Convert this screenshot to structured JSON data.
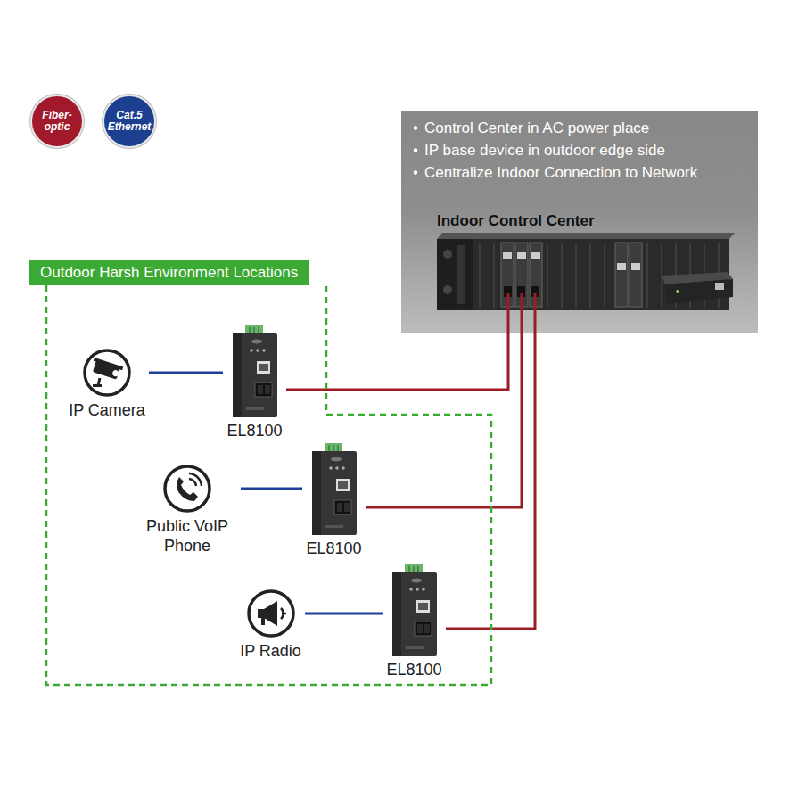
{
  "diagram": {
    "nodes": [
      {
        "text": [
          "Control Center in AC power place",
          "IP base device in outdoor edge side",
          "Centralize Indoor Connection to Network",
          "Indoor Control Center"
        ]
      },
      {
        "text": [
          "Outdoor Harsh Environment Locations"
        ]
      },
      {
        "text": [
          "IP Camera"
        ],
        "in": 1
      },
      {
        "text": [
          "EL8100"
        ],
        "in": 1
      },
      {
        "text": [
          "Public VoIP Phone"
        ],
        "in": 1
      },
      {
        "text": [
          "EL8100"
        ],
        "in": 1
      },
      {
        "text": [
          "IP Radio"
        ],
        "in": 1
      },
      {
        "text": [
          "EL8100"
        ],
        "in": 1
      }
    ],
    "edges": [
      {
        "from": 2,
        "to": 3,
        "arrow": "none"
      },
      {
        "from": 4,
        "to": 5,
        "arrow": "none"
      },
      {
        "from": 6,
        "to": 7,
        "arrow": "none"
      },
      {
        "from": 3,
        "to": 0,
        "arrow": "none"
      },
      {
        "from": 5,
        "to": 0,
        "arrow": "none"
      },
      {
        "from": 7,
        "to": 0,
        "arrow": "none"
      }
    ],
    "legend": [
      {
        "text": "Fiber-optic",
        "color": "#a3192c"
      },
      {
        "text": "Cat.5 Ethernet",
        "color": "#1c3f8f"
      }
    ]
  }
}
